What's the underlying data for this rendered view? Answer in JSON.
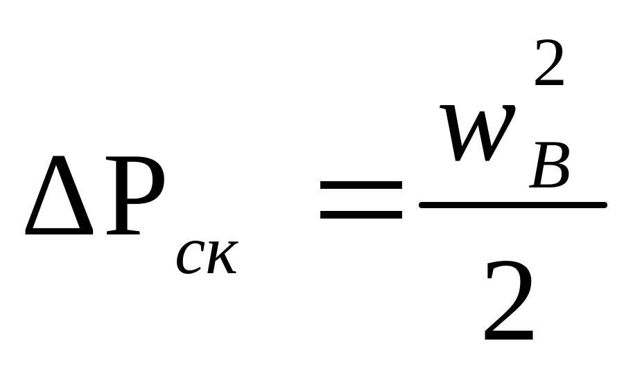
{
  "formula": {
    "lhs": {
      "delta": "Δ",
      "symbol": "P",
      "subscript": "ск"
    },
    "equals": "=",
    "rhs": {
      "numerator": {
        "base": "w",
        "superscript": "2",
        "subscript": "В"
      },
      "denominator": "2"
    }
  }
}
